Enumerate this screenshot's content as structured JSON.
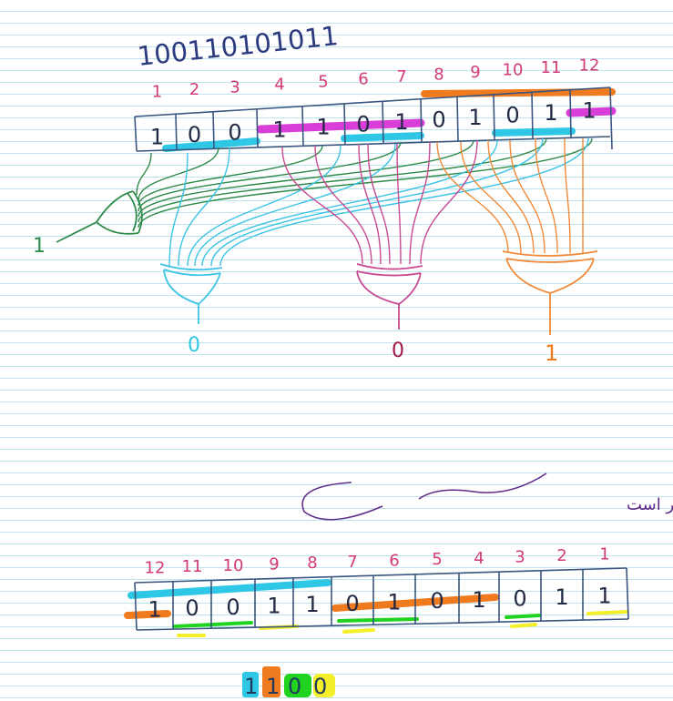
{
  "top": {
    "sequence": "100110101011",
    "positions": [
      "1",
      "2",
      "3",
      "4",
      "5",
      "6",
      "7",
      "8",
      "9",
      "10",
      "11",
      "12"
    ],
    "bits": [
      "1",
      "0",
      "0",
      "1",
      "1",
      "0",
      "1",
      "0",
      "1",
      "0",
      "1",
      "1"
    ],
    "green_output": "1",
    "cyan_output": "0",
    "magenta_output": "0",
    "orange_output": "1"
  },
  "note": "این نوع کدگذاری هم معتبر است",
  "bottom": {
    "positions": [
      "12",
      "11",
      "10",
      "9",
      "8",
      "7",
      "6",
      "5",
      "4",
      "3",
      "2",
      "1"
    ],
    "bits": [
      "1",
      "0",
      "0",
      "1",
      "1",
      "0",
      "1",
      "0",
      "1",
      "0",
      "1",
      "1"
    ]
  },
  "result": [
    "1",
    "1",
    "0",
    "0"
  ],
  "colors": {
    "cyan": "#2ec8e6",
    "magenta": "#d93fd8",
    "orange": "#f07a1e",
    "green": "#1fd31f",
    "yellow": "#f4ef2a",
    "dark_green": "#2f8b4c",
    "pink": "#c74a92",
    "maroon": "#a3164a",
    "ink": "#1f3a5c"
  }
}
